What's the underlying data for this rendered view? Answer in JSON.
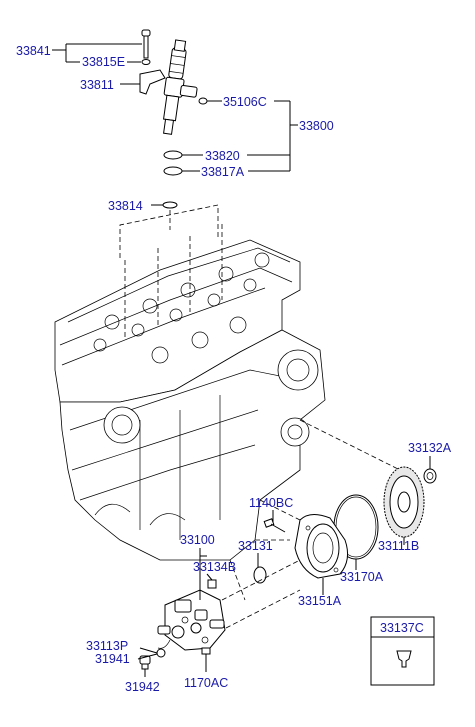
{
  "labels": {
    "p33841": "33841",
    "p33815E": "33815E",
    "p33811": "33811",
    "p35106C": "35106C",
    "p33800": "33800",
    "p33820": "33820",
    "p33817A": "33817A",
    "p33814": "33814",
    "p33132A": "33132A",
    "p1140BC": "1140BC",
    "p33131": "33131",
    "p33111B": "33111B",
    "p33100": "33100",
    "p33134B": "33134B",
    "p33170A": "33170A",
    "p33151A": "33151A",
    "p33113P": "33113P",
    "p31941": "31941",
    "p31942": "31942",
    "p1170AC": "1170AC",
    "p33137C": "33137C"
  }
}
